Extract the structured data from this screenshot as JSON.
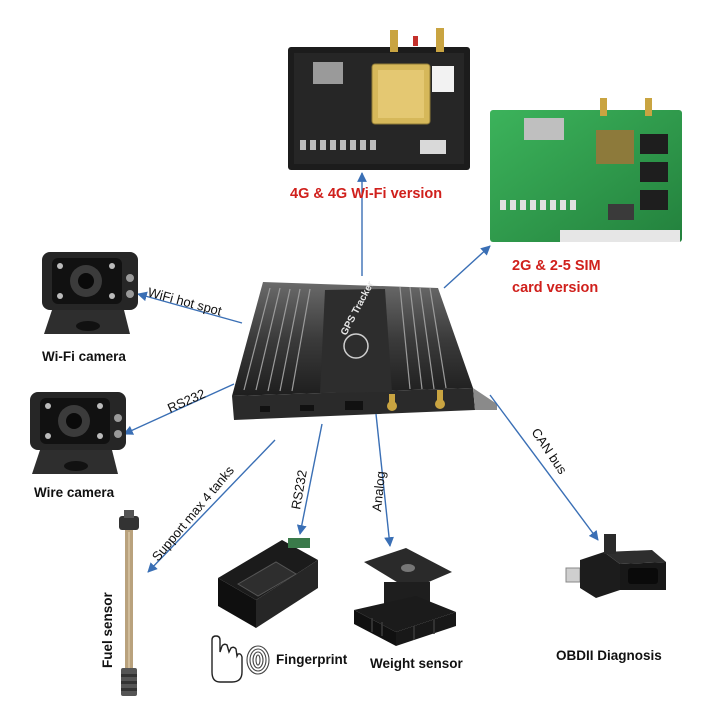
{
  "colors": {
    "connector": "#3a6fb5",
    "version_text": "#d0201c",
    "board_dark": "#1c1c1c",
    "board_green": "#2f9e4e"
  },
  "device": {
    "brand": "GPS Tracker"
  },
  "versions": {
    "top_board": "4G & 4G Wi-Fi version",
    "right_board_line1": "2G & 2-5 SIM",
    "right_board_line2": "card version"
  },
  "connections": {
    "wifi_hotspot": "WiFi hot spot",
    "rs232_camera": "RS232",
    "fuel_tanks": "Support max 4 tanks",
    "rs232_fingerprint": "RS232",
    "analog": "Analog",
    "can_bus": "CAN bus"
  },
  "peripherals": {
    "wifi_camera": "Wi-Fi camera",
    "wire_camera": "Wire camera",
    "fuel_sensor": "Fuel sensor",
    "fingerprint": "Fingerprint",
    "weight_sensor": "Weight sensor",
    "obd": "OBDII Diagnosis"
  },
  "icons": [
    "camera-icon",
    "fuel-probe-icon",
    "fingerprint-reader-icon",
    "weight-sensor-icon",
    "obd-connector-icon",
    "hand-pointer-icon",
    "fingerprint-icon"
  ]
}
